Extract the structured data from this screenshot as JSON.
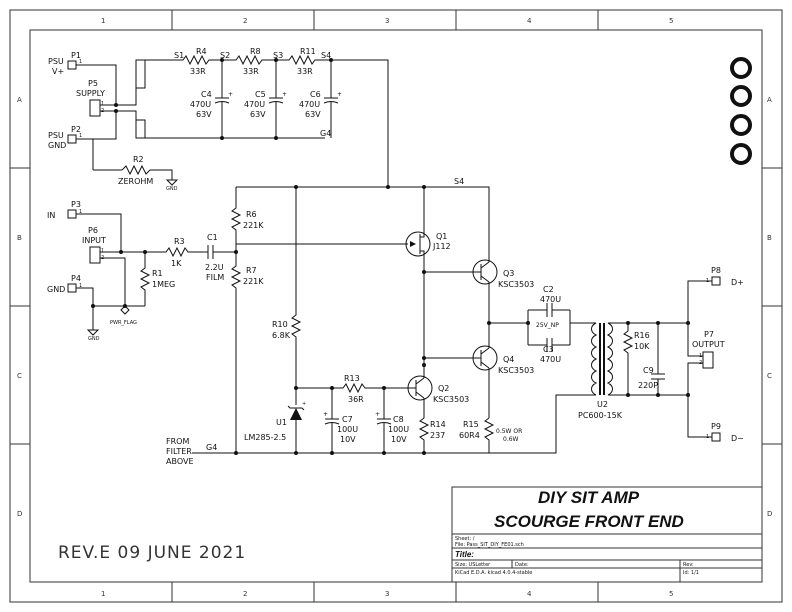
{
  "sheet_frame": {
    "columns": [
      "1",
      "2",
      "3",
      "4",
      "5"
    ],
    "rows": [
      "A",
      "B",
      "C",
      "D"
    ]
  },
  "nets": {
    "s1": "S1",
    "s2": "S2",
    "s3": "S3",
    "s4": "S4",
    "s4_bus": "S4",
    "g4_top": "G4",
    "g4_bottom": "G4"
  },
  "labels": {
    "psu_vplus_1": "PSU",
    "psu_vplus_2": "V+",
    "psu_gnd_1": "PSU",
    "psu_gnd_2": "GND",
    "in": "IN",
    "gnd": "GND",
    "from_filter_1": "FROM",
    "from_filter_2": "FILTER",
    "from_filter_3": "ABOVE",
    "dplus": "D+",
    "dminus": "D−",
    "gnd_sym_1": "GND",
    "gnd_sym_2": "GND",
    "pwr_flag": "PWR_FLAG"
  },
  "components": {
    "P1": {
      "ref": "P1",
      "pin": "1"
    },
    "P2": {
      "ref": "P2",
      "pin": "1"
    },
    "P3": {
      "ref": "P3",
      "pin": "1"
    },
    "P4": {
      "ref": "P4",
      "pin": "1"
    },
    "P5": {
      "ref": "P5",
      "value": "SUPPLY",
      "pin1": "1",
      "pin2": "2"
    },
    "P6": {
      "ref": "P6",
      "value": "INPUT",
      "pin1": "1",
      "pin2": "2"
    },
    "P7": {
      "ref": "P7",
      "value": "OUTPUT",
      "pin1": "1",
      "pin2": "2"
    },
    "P8": {
      "ref": "P8",
      "pin": "1"
    },
    "P9": {
      "ref": "P9",
      "pin": "1"
    },
    "R1": {
      "ref": "R1",
      "value": "1MEG"
    },
    "R2": {
      "ref": "R2",
      "value": "ZEROHM"
    },
    "R3": {
      "ref": "R3",
      "value": "1K"
    },
    "R4": {
      "ref": "R4",
      "value": "33R"
    },
    "R6": {
      "ref": "R6",
      "value": "221K"
    },
    "R7": {
      "ref": "R7",
      "value": "221K"
    },
    "R8": {
      "ref": "R8",
      "value": "33R"
    },
    "R10": {
      "ref": "R10",
      "value": "6.8K"
    },
    "R11": {
      "ref": "R11",
      "value": "33R"
    },
    "R13": {
      "ref": "R13",
      "value": "36R"
    },
    "R14": {
      "ref": "R14",
      "value": "237"
    },
    "R15": {
      "ref": "R15",
      "value": "60R4",
      "note1": "0.5W OR",
      "note2": "0.6W"
    },
    "R16": {
      "ref": "R16",
      "value": "10K"
    },
    "C1": {
      "ref": "C1",
      "value1": "2.2U",
      "value2": "FILM"
    },
    "C2": {
      "ref": "C2",
      "value": "470U",
      "note": "25V_NP"
    },
    "C3": {
      "ref": "C3",
      "value": "470U"
    },
    "C4": {
      "ref": "C4",
      "value1": "470U",
      "value2": "63V"
    },
    "C5": {
      "ref": "C5",
      "value1": "470U",
      "value2": "63V"
    },
    "C6": {
      "ref": "C6",
      "value1": "470U",
      "value2": "63V"
    },
    "C7": {
      "ref": "C7",
      "value1": "100U",
      "value2": "10V"
    },
    "C8": {
      "ref": "C8",
      "value1": "100U",
      "value2": "10V"
    },
    "C9": {
      "ref": "C9",
      "value": "220P"
    },
    "Q1": {
      "ref": "Q1",
      "value": "J112"
    },
    "Q2": {
      "ref": "Q2",
      "value": "KSC3503"
    },
    "Q3": {
      "ref": "Q3",
      "value": "KSC3503"
    },
    "Q4": {
      "ref": "Q4",
      "value": "KSC3503"
    },
    "U1": {
      "ref": "U1",
      "value": "LM285-2.5"
    },
    "U2": {
      "ref": "U2",
      "value": "PC600-15K"
    }
  },
  "revision_note": "REV.E  09 JUNE 2021",
  "title_block": {
    "title_line1": "DIY SIT AMP",
    "title_line2": "SCOURGE  FRONT END",
    "sheet": "Sheet: /",
    "file": "File: Pass_SIT_DIY_FE01.sch",
    "title_label": "Title:",
    "size": "Size: USLetter",
    "date": "Date:",
    "rev": "Rev:",
    "tool": "KiCad E.D.A.  kicad 4.0.4-stable",
    "id": "Id: 1/1"
  }
}
